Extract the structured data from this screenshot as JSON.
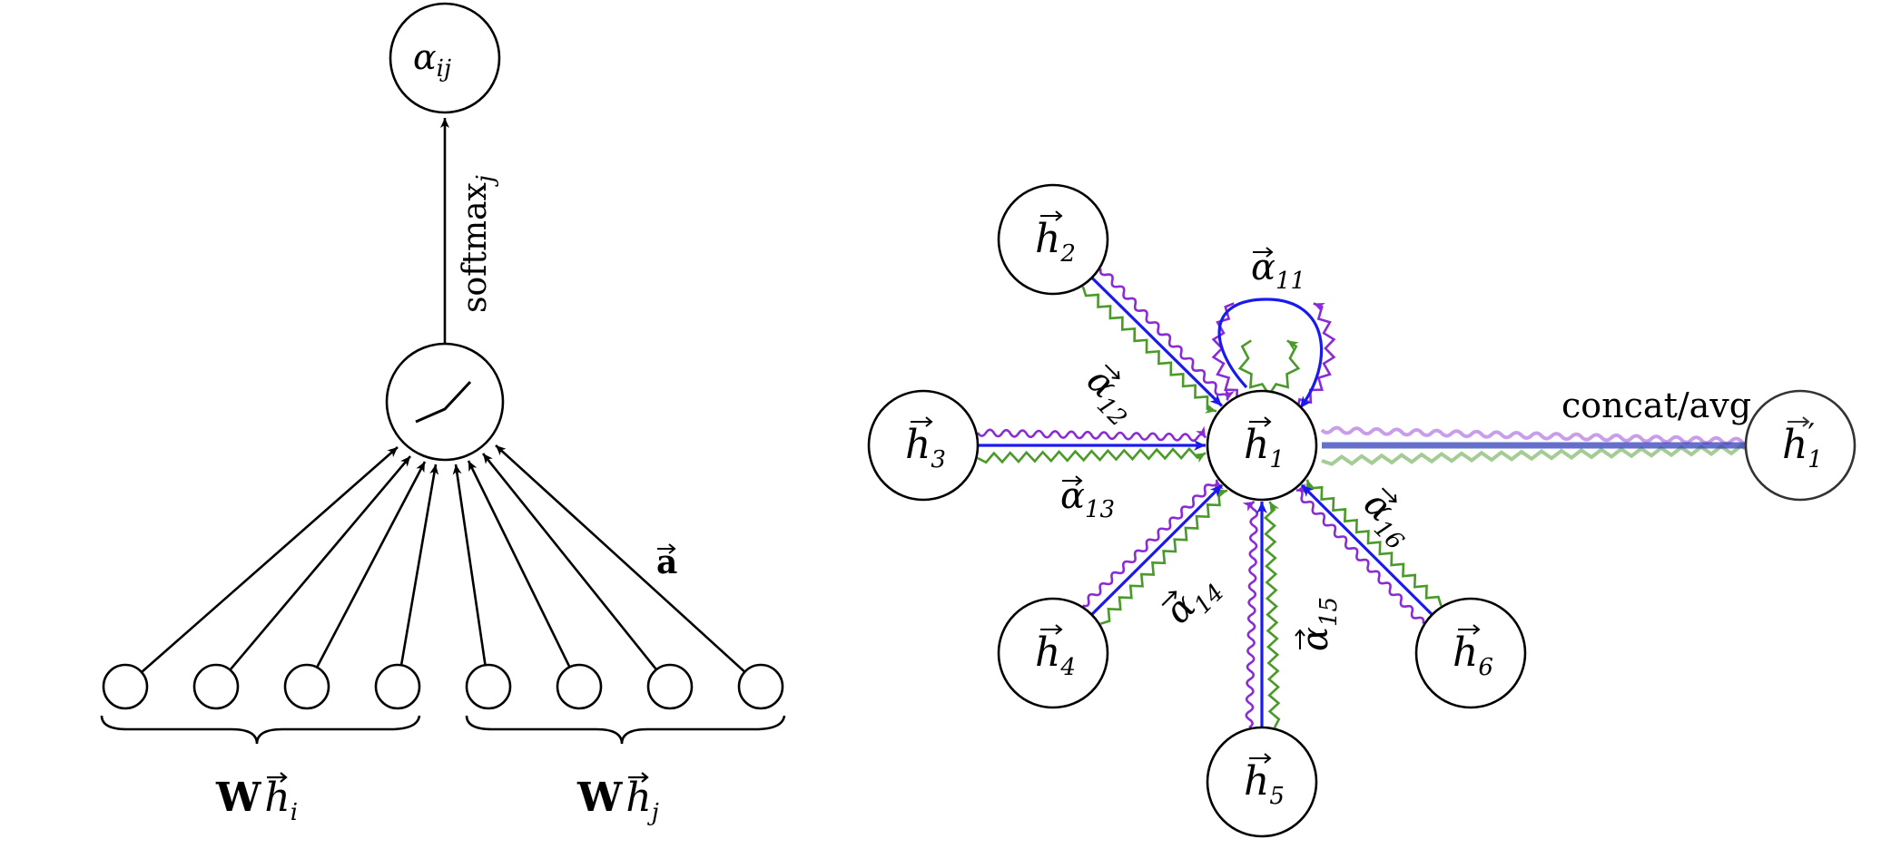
{
  "colors": {
    "head_blue": "#1a1aee",
    "head_green": "#4a9a2a",
    "head_purple": "#8a2bd6"
  },
  "left": {
    "output_node": {
      "main": "α",
      "sub": "ij"
    },
    "softmax_label": {
      "main": "softmax",
      "sub": "j"
    },
    "activation_icon": "leaky-relu-icon",
    "weight_label": "a",
    "input_group_i": {
      "main": "W",
      "h": "h",
      "sub": "i"
    },
    "input_group_j": {
      "main": "W",
      "h": "h",
      "sub": "j"
    },
    "input_nodes_count": 8
  },
  "right": {
    "center_node": {
      "h": "h",
      "sub": "1"
    },
    "neighbors": [
      {
        "h": "h",
        "sub": "2"
      },
      {
        "h": "h",
        "sub": "3"
      },
      {
        "h": "h",
        "sub": "4"
      },
      {
        "h": "h",
        "sub": "5"
      },
      {
        "h": "h",
        "sub": "6"
      }
    ],
    "attention_labels": [
      {
        "main": "α",
        "sub": "11"
      },
      {
        "main": "α",
        "sub": "12"
      },
      {
        "main": "α",
        "sub": "13"
      },
      {
        "main": "α",
        "sub": "14"
      },
      {
        "main": "α",
        "sub": "15"
      },
      {
        "main": "α",
        "sub": "16"
      }
    ],
    "aggregation_label": "concat/avg",
    "output_node": {
      "h": "h",
      "prime": "′",
      "sub": "1"
    }
  }
}
